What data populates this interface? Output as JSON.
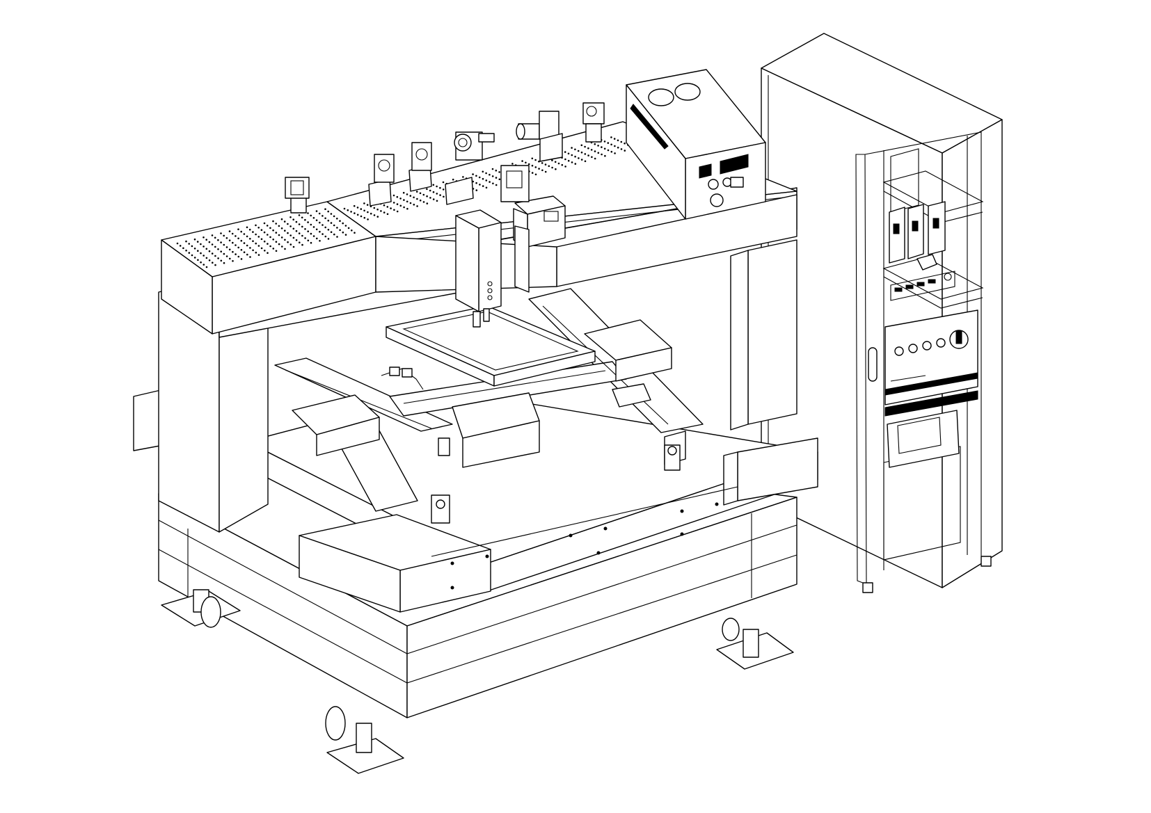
{
  "drawing": {
    "kind": "line-art isometric equipment drawing",
    "colors": {
      "line": "#000000",
      "background": "#ffffff"
    },
    "components": [
      "granite-base",
      "bridge-gantry",
      "breadboard-top",
      "optics-line",
      "laser-source-module",
      "z-axis-head",
      "xy-stage",
      "leveling-feet",
      "control-cabinet",
      "servo-drives",
      "control-panel",
      "touch-screen",
      "cabinet-door-handle"
    ]
  }
}
